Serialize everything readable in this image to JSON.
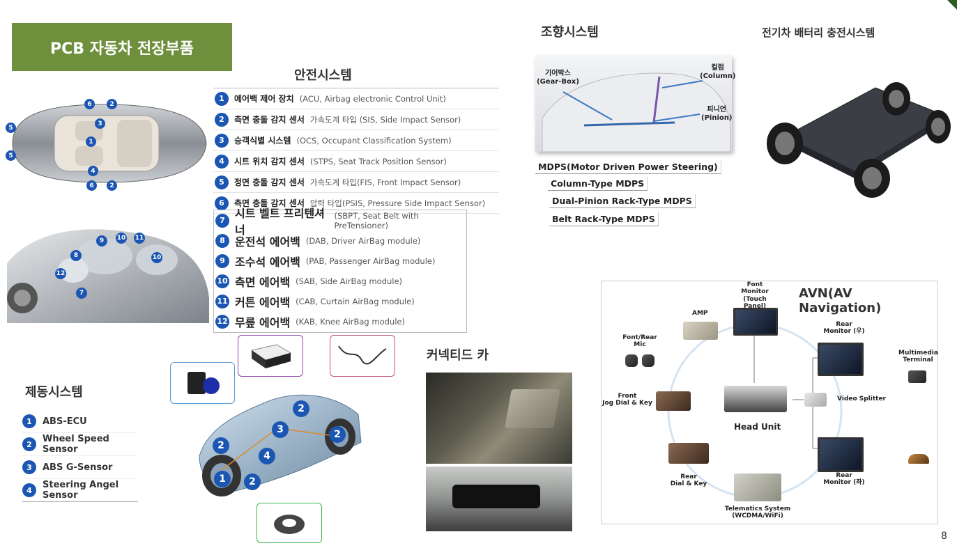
{
  "page": {
    "title": "PCB 자동차 전장부품",
    "page_number": "8"
  },
  "safety": {
    "title": "안전시스템",
    "items": [
      {
        "n": "1",
        "ko": "에어백 제어 장치",
        "en": "(ACU, Airbag electronic Control Unit)"
      },
      {
        "n": "2",
        "ko": "측면 충돌 감지 센서",
        "en": "가속도계 타입 (SIS, Side Impact Sensor)"
      },
      {
        "n": "3",
        "ko": "승객식별 시스템",
        "en": "(OCS, Occupant Classification System)"
      },
      {
        "n": "4",
        "ko": "시트 위치 감지 센서",
        "en": "(STPS, Seat Track Position Sensor)"
      },
      {
        "n": "5",
        "ko": "정면 충돌 감지 센서",
        "en": "가속도계 타입(FIS, Front Impact Sensor)"
      },
      {
        "n": "6",
        "ko": "측면 충돌 감지 센서",
        "en": "압력 타입(PSIS, Pressure Side Impact Sensor)"
      },
      {
        "n": "7",
        "ko": "시트 벨트 프리텐셔너",
        "en": "(SBPT, Seat Belt with PreTensioner)"
      },
      {
        "n": "8",
        "ko": "운전석 에어백",
        "en": "(DAB, Driver AirBag module)"
      },
      {
        "n": "9",
        "ko": "조수석 에어백",
        "en": "(PAB, Passenger AirBag module)"
      },
      {
        "n": "10",
        "ko": "측면 에어백",
        "en": "(SAB, Side AirBag module)"
      },
      {
        "n": "11",
        "ko": "커튼 에어백",
        "en": "(CAB, Curtain AirBag module)"
      },
      {
        "n": "12",
        "ko": "무릎 에어백",
        "en": "(KAB, Knee AirBag module)"
      }
    ]
  },
  "car_top_badges": [
    "6",
    "2",
    "3",
    "5",
    "1",
    "5",
    "4",
    "6",
    "2"
  ],
  "car_side_badges": [
    "9",
    "10",
    "11",
    "8",
    "10",
    "12",
    "7"
  ],
  "steering": {
    "title": "조향시스템",
    "labels": {
      "gearbox": "기어박스",
      "gearbox_en": "(Gear-Box)",
      "column": "컬럼",
      "column_en": "(Column)",
      "pinion": "피니언",
      "pinion_en": "(Pinion)"
    },
    "main": "MDPS(Motor Driven Power Steering)",
    "types": [
      "Column-Type MDPS",
      "Dual-Pinion Rack-Type MDPS",
      "Belt Rack-Type MDPS"
    ]
  },
  "ev": {
    "title": "전기차 배터리 충전시스템"
  },
  "brake": {
    "title": "제동시스템",
    "items": [
      {
        "n": "1",
        "label": "ABS-ECU"
      },
      {
        "n": "2",
        "label": "Wheel Speed Sensor"
      },
      {
        "n": "3",
        "label": "ABS G-Sensor"
      },
      {
        "n": "4",
        "label": "Steering Angel Sensor"
      }
    ],
    "car_badges": [
      "2",
      "3",
      "2",
      "2",
      "4",
      "1",
      "2"
    ]
  },
  "connected": {
    "title": "커넥티드 카"
  },
  "avn": {
    "title": "AVN(AV Navigation)",
    "font_monitor": "Font Monitor",
    "touch_panel": "(Touch Panel)",
    "amp": "AMP",
    "rear_monitor_right": "Rear",
    "rear_monitor_right2": "Monitor (우)",
    "multimedia": "Multimedia",
    "terminal": "Terminal",
    "mic": "Font/Rear",
    "mic2": "Mic",
    "front_jog": "Front",
    "front_jog2": "Jog Dial & Key",
    "head_unit": "Head Unit",
    "video_splitter": "Video Splitter",
    "rear_dial": "Rear",
    "rear_dial2": "Dial & Key",
    "rear_monitor_left": "Rear",
    "rear_monitor_left2": "Monitor (좌)",
    "telematics": "Telematics System",
    "telematics2": "(WCDMA/WiFi)"
  }
}
